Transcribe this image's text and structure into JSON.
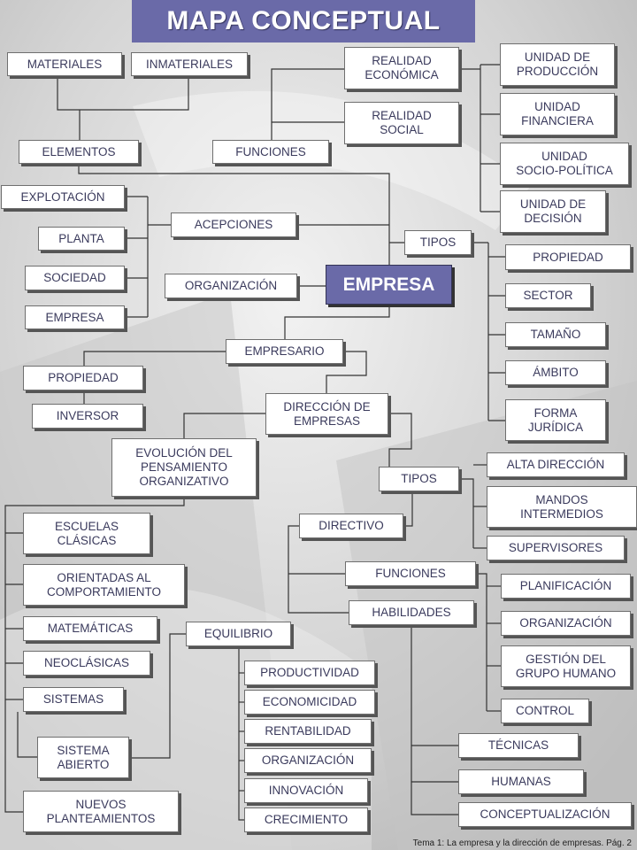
{
  "title": "MAPA CONCEPTUAL",
  "footer": "Tema 1: La empresa y la dirección de empresas. Pág. 2",
  "nodes": {
    "materiales": "MATERIALES",
    "inmateriales": "INMATERIALES",
    "elementos": "ELEMENTOS",
    "funciones_top": "FUNCIONES",
    "realidad_economica": "REALIDAD\nECONÓMICA",
    "realidad_social": "REALIDAD\nSOCIAL",
    "unidad_produccion": "UNIDAD DE\nPRODUCCIÓN",
    "unidad_financiera": "UNIDAD\nFINANCIERA",
    "unidad_sociopolitica": "UNIDAD\nSOCIO-POLÍTICA",
    "unidad_decision": "UNIDAD DE\nDECISIÓN",
    "explotacion": "EXPLOTACIÓN",
    "acepciones": "ACEPCIONES",
    "planta": "PLANTA",
    "sociedad": "SOCIEDAD",
    "empresa_small": "EMPRESA",
    "organizacion_left": "ORGANIZACIÓN",
    "empresa_main": "EMPRESA",
    "tipos_top": "TIPOS",
    "propiedad_right": "PROPIEDAD",
    "sector": "SECTOR",
    "tamano": "TAMAÑO",
    "ambito": "ÁMBITO",
    "forma_juridica": "FORMA\nJURÍDICA",
    "empresario": "EMPRESARIO",
    "propiedad_left": "PROPIEDAD",
    "inversor": "INVERSOR",
    "direccion_empresas": "DIRECCIÓN DE\nEMPRESAS",
    "evolucion": "EVOLUCIÓN DEL\nPENSAMIENTO\nORGANIZATIVO",
    "tipos_bottom": "TIPOS",
    "alta_direccion": "ALTA DIRECCIÓN",
    "mandos_intermedios": "MANDOS\nINTERMEDIOS",
    "supervisores": "SUPERVISORES",
    "directivo": "DIRECTIVO",
    "funciones_bottom": "FUNCIONES",
    "habilidades": "HABILIDADES",
    "planificacion": "PLANIFICACIÓN",
    "organizacion_right": "ORGANIZACIÓN",
    "gestion_grupo": "GESTIÓN DEL\nGRUPO HUMANO",
    "control": "CONTROL",
    "escuelas_clasicas": "ESCUELAS\nCLÁSICAS",
    "orientadas": "ORIENTADAS AL\nCOMPORTAMIENTO",
    "matematicas": "MATEMÁTICAS",
    "neoclasicas": "NEOCLÁSICAS",
    "sistemas": "SISTEMAS",
    "sistema_abierto": "SISTEMA\nABIERTO",
    "nuevos_planteamientos": "NUEVOS\nPLANTEAMIENTOS",
    "equilibrio": "EQUILIBRIO",
    "productividad": "PRODUCTIVIDAD",
    "economicidad": "ECONOMICIDAD",
    "rentabilidad": "RENTABILIDAD",
    "organizacion_bottom": "ORGANIZACIÓN",
    "innovacion": "INNOVACIÓN",
    "crecimiento": "CRECIMIENTO",
    "tecnicas": "TÉCNICAS",
    "humanas": "HUMANAS",
    "conceptualizacion": "CONCEPTUALIZACIÓN"
  },
  "colors": {
    "title_bg": "#6a6aa8",
    "main_node_bg": "#6a6aa8",
    "node_text": "#3a3a5c",
    "connector": "#333333"
  }
}
